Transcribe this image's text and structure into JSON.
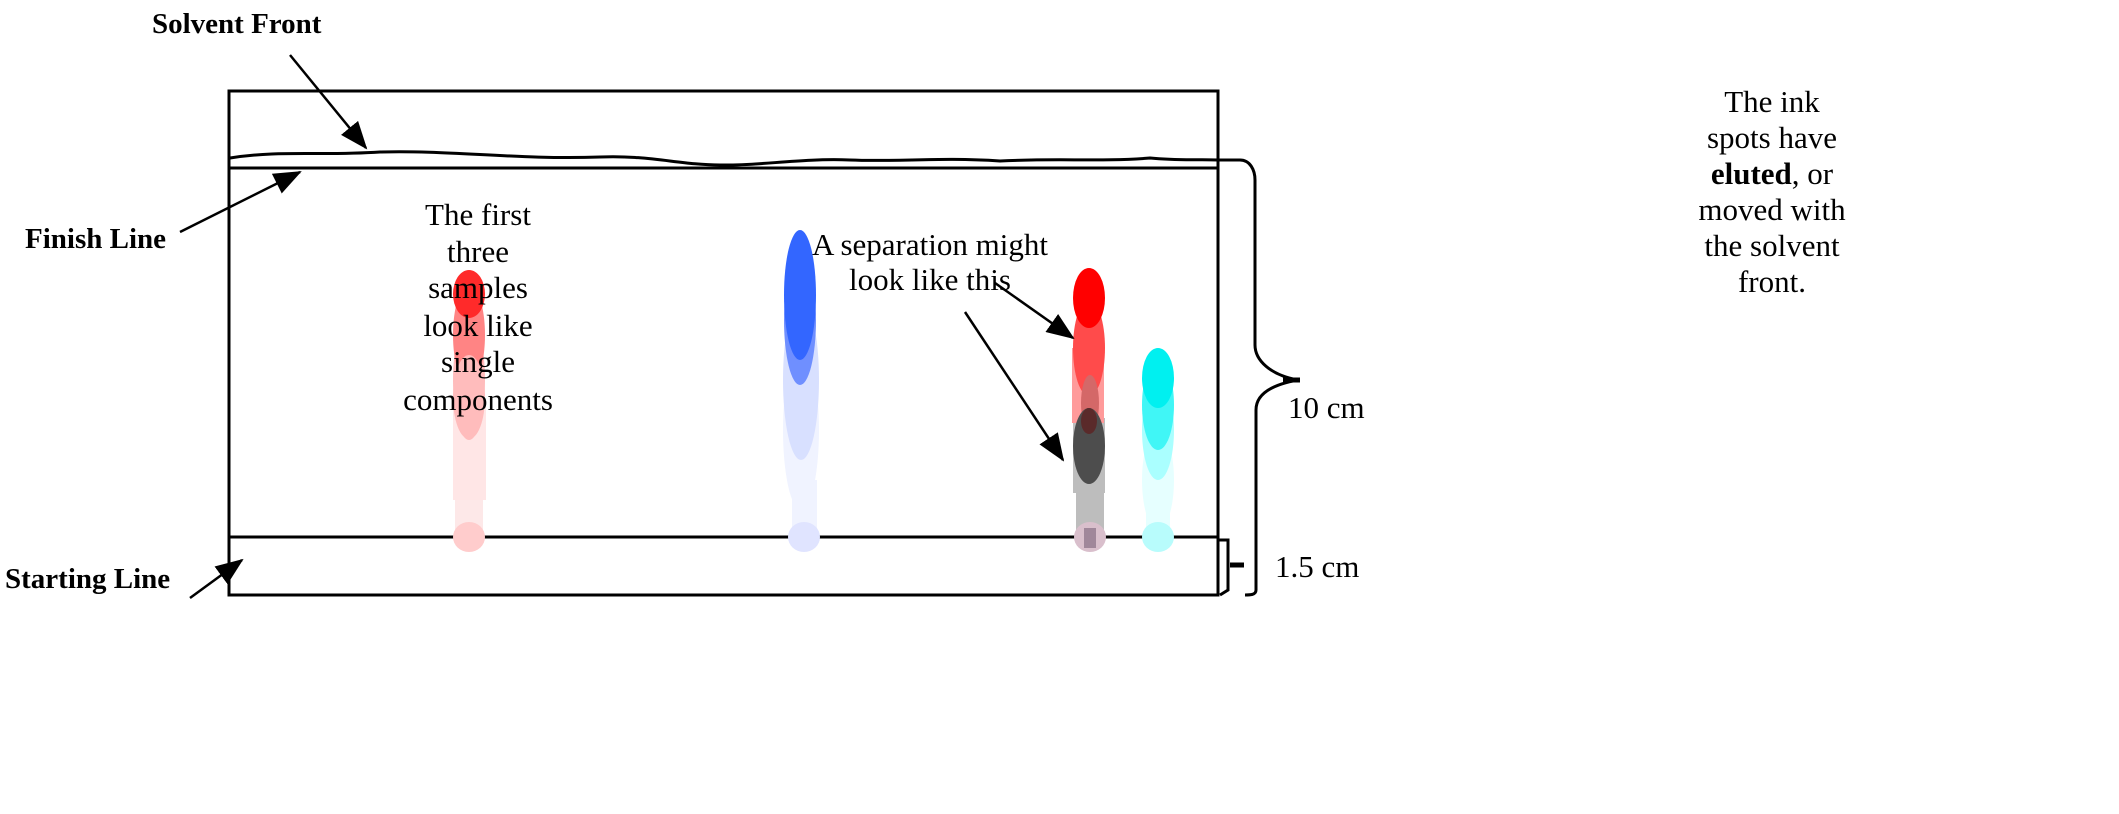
{
  "labels": {
    "solvent_front": "Solvent Front",
    "finish_line": "Finish Line",
    "starting_line": "Starting Line",
    "distance_main": "10 cm",
    "distance_start": "1.5 cm"
  },
  "middle_note": [
    "The first",
    "three",
    "samples",
    "look like",
    "single",
    "components"
  ],
  "separation_note": [
    "A separation might",
    "look like this"
  ],
  "side_note": {
    "line1": "The ink",
    "line2": "spots have",
    "line3_bold": "eluted",
    "line3_rest": ", or",
    "line4": "moved with",
    "line5": "the solvent",
    "line6": "front."
  },
  "colors": {
    "red": "#ff2020",
    "blue": "#3366ff",
    "cyan": "#00f0f0",
    "gray": "#4a4a4a"
  }
}
